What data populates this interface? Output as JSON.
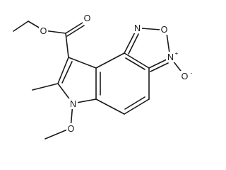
{
  "molecule": {
    "atoms": [
      {
        "id": "o_ester1",
        "symbol": "O",
        "charge": ""
      },
      {
        "id": "o_ester2",
        "symbol": "O",
        "charge": ""
      },
      {
        "id": "n_ring_top",
        "symbol": "N",
        "charge": ""
      },
      {
        "id": "o_ring",
        "symbol": "O",
        "charge": ""
      },
      {
        "id": "n_oxide",
        "symbol": "N",
        "charge": "+"
      },
      {
        "id": "o_oxide",
        "symbol": "O",
        "charge": "-"
      },
      {
        "id": "n_indole",
        "symbol": "N",
        "charge": ""
      },
      {
        "id": "o_methoxy",
        "symbol": "O",
        "charge": ""
      }
    ]
  }
}
